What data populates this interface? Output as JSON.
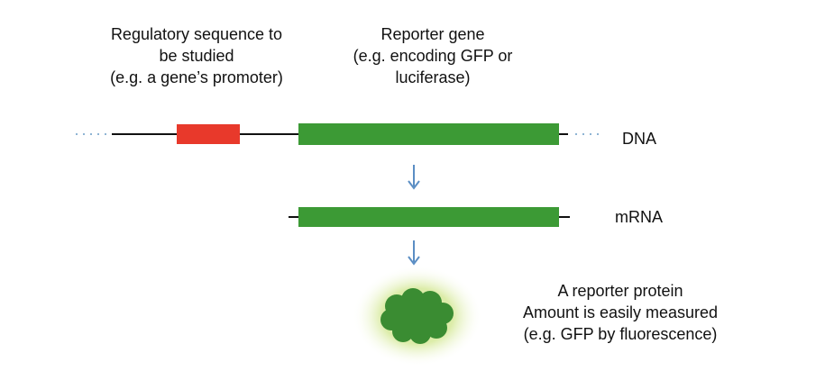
{
  "colors": {
    "regulatory_element": "#e8392b",
    "reporter_gene": "#3c9a35",
    "dots": "#8fb4d4",
    "arrow": "#5b8ec4",
    "protein": "#3a8c32",
    "protein_glow": "#c9e08a",
    "line": "#111111"
  },
  "labels": {
    "regulatory": [
      "Regulatory sequence to",
      "be studied",
      "(e.g. a gene’s promoter)"
    ],
    "reporter": [
      "Reporter gene",
      "(e.g. encoding GFP or",
      "luciferase)"
    ],
    "dna": "DNA",
    "mrna": "mRNA",
    "protein": [
      "A reporter protein",
      "Amount is easily measured",
      "(e.g. GFP by fluorescence)"
    ]
  },
  "icons": {
    "arrow_1": "down-arrow-icon",
    "arrow_2": "down-arrow-icon",
    "protein": "protein-blob-icon"
  }
}
